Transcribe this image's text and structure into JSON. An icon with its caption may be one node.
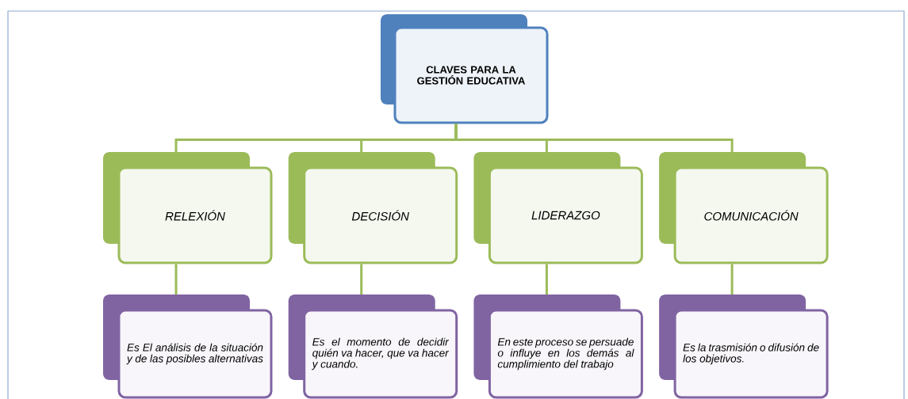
{
  "diagram": {
    "nodes": [
      {
        "text": [
          "CLAVES PARA LA GESTIÓN EDUCATIVA"
        ]
      },
      {
        "text": [
          "RELEXIÓN"
        ]
      },
      {
        "text": [
          "DECISIÓN"
        ]
      },
      {
        "text": [
          "LIDERAZGO"
        ]
      },
      {
        "text": [
          "COMUNICACIÓN"
        ]
      },
      {
        "text": [
          "Es El análisis de la situación y de las posibles alternativas"
        ]
      },
      {
        "text": [
          "Es el momento de decidir quién va hacer, que va hacer y cuando."
        ]
      },
      {
        "text": [
          "En este proceso se persuade o influye en los demás al cumplimiento del trabajo"
        ]
      },
      {
        "text": [
          "Es la trasmisión o difusión de los objetivos."
        ]
      }
    ],
    "edges": [
      {
        "from": 0,
        "to": 1,
        "arrow": "none"
      },
      {
        "from": 0,
        "to": 2,
        "arrow": "none"
      },
      {
        "from": 0,
        "to": 3,
        "arrow": "none"
      },
      {
        "from": 0,
        "to": 4,
        "arrow": "none"
      },
      {
        "from": 1,
        "to": 5,
        "arrow": "none"
      },
      {
        "from": 2,
        "to": 6,
        "arrow": "none"
      },
      {
        "from": 3,
        "to": 7,
        "arrow": "none"
      },
      {
        "from": 4,
        "to": 8,
        "arrow": "none"
      }
    ]
  }
}
